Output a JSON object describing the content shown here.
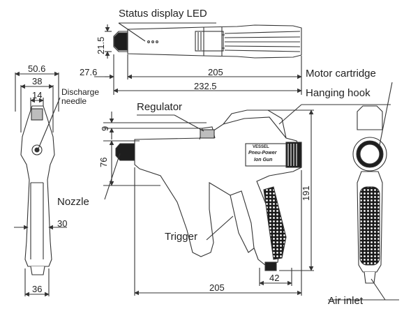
{
  "callouts": {
    "status_led": "Status display LED",
    "regulator": "Regulator",
    "hanging_hook": "Hanging hook",
    "motor_cartridge": "Motor cartridge",
    "discharge_needle_l1": "Discharge",
    "discharge_needle_l2": "needle",
    "nozzle": "Nozzle",
    "trigger": "Trigger",
    "air_inlet": "Air inlet"
  },
  "dimensions": {
    "top_height": "21.5",
    "nozzle_len": "27.6",
    "body_len": "205",
    "total_len": "232.5",
    "front_width": "50.6",
    "front_38": "38",
    "front_14": "14",
    "front_30": "30",
    "front_36": "36",
    "side_9": "9",
    "side_76": "76",
    "side_191": "191",
    "side_205": "205",
    "side_42": "42"
  },
  "product_text": {
    "brand": "VESSEL",
    "line1": "Pneu-Power",
    "line2": "Ion Gun"
  }
}
